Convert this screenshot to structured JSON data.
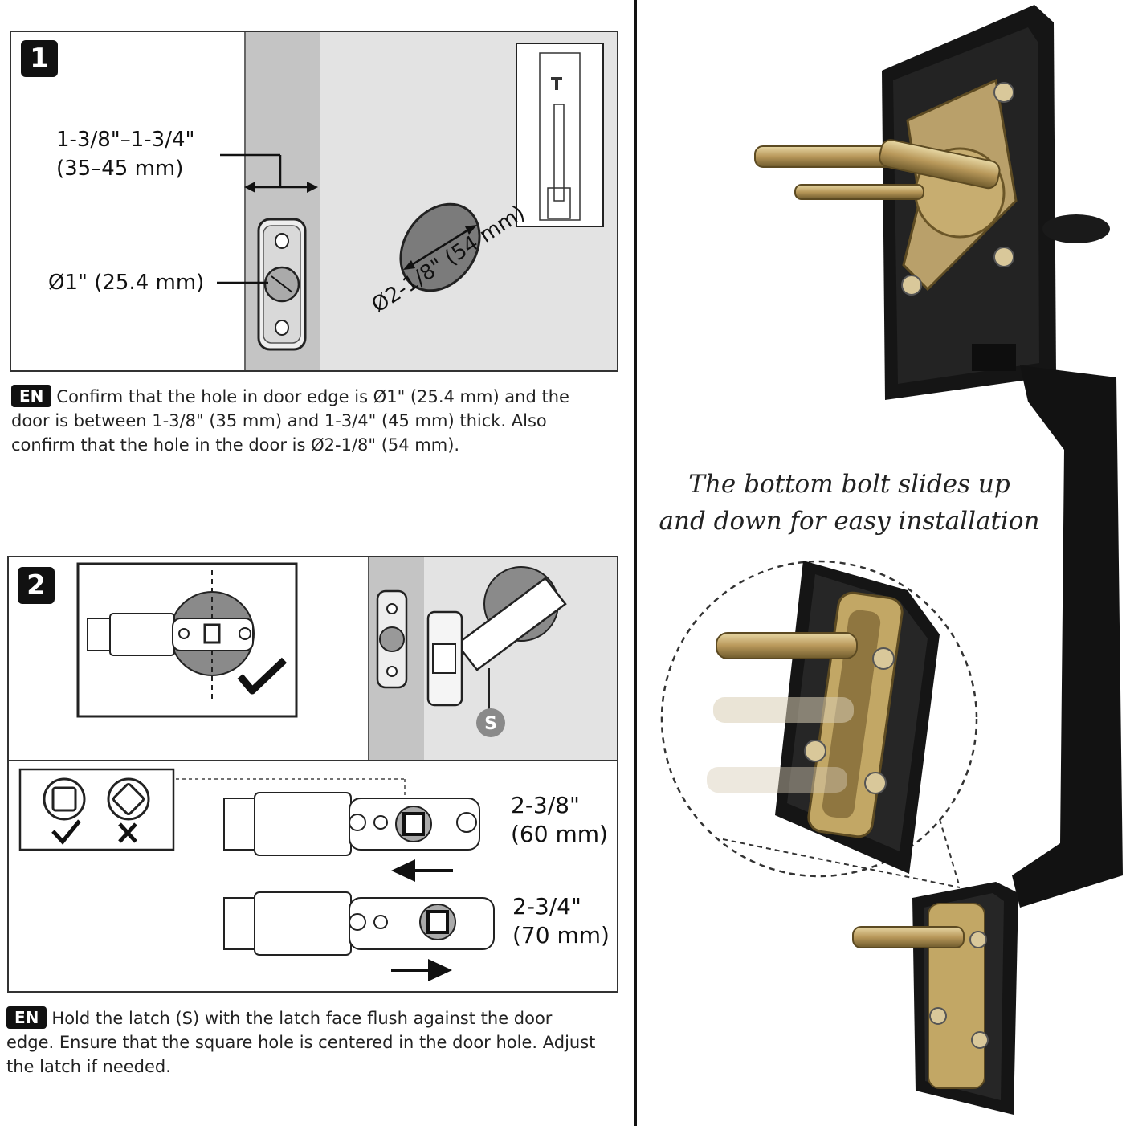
{
  "step1": {
    "number": "1",
    "thickness_label_line1": "1-3/8\"–1-3/4\"",
    "thickness_label_line2": "(35–45 mm)",
    "edge_hole_label": "Ø1\" (25.4 mm)",
    "face_hole_label": "Ø2-1/8\" (54 mm)",
    "lang": "EN",
    "description": "Confirm that the hole in door edge is Ø1\" (25.4 mm) and the door is between 1-3/8\" (35 mm) and 1-3/4\" (45 mm) thick. Also confirm that the hole in the door is Ø2-1/8\" (54 mm)."
  },
  "step2": {
    "number": "2",
    "latch_marker": "S",
    "backset_60_line1": "2-3/8\"",
    "backset_60_line2": "(60 mm)",
    "backset_70_line1": "2-3/4\"",
    "backset_70_line2": "(70 mm)",
    "lang": "EN",
    "description": "Hold the latch (S) with the latch face flush against the door edge. Ensure that the square hole is centered in the door hole. Adjust the latch if needed."
  },
  "product": {
    "caption_line1": "The bottom bolt slides up",
    "caption_line2": "and down for easy installation"
  },
  "icons": {
    "correct": "check-icon",
    "wrong": "cross-icon",
    "direction_left": "arrow-left-icon",
    "direction_right": "arrow-right-icon"
  }
}
